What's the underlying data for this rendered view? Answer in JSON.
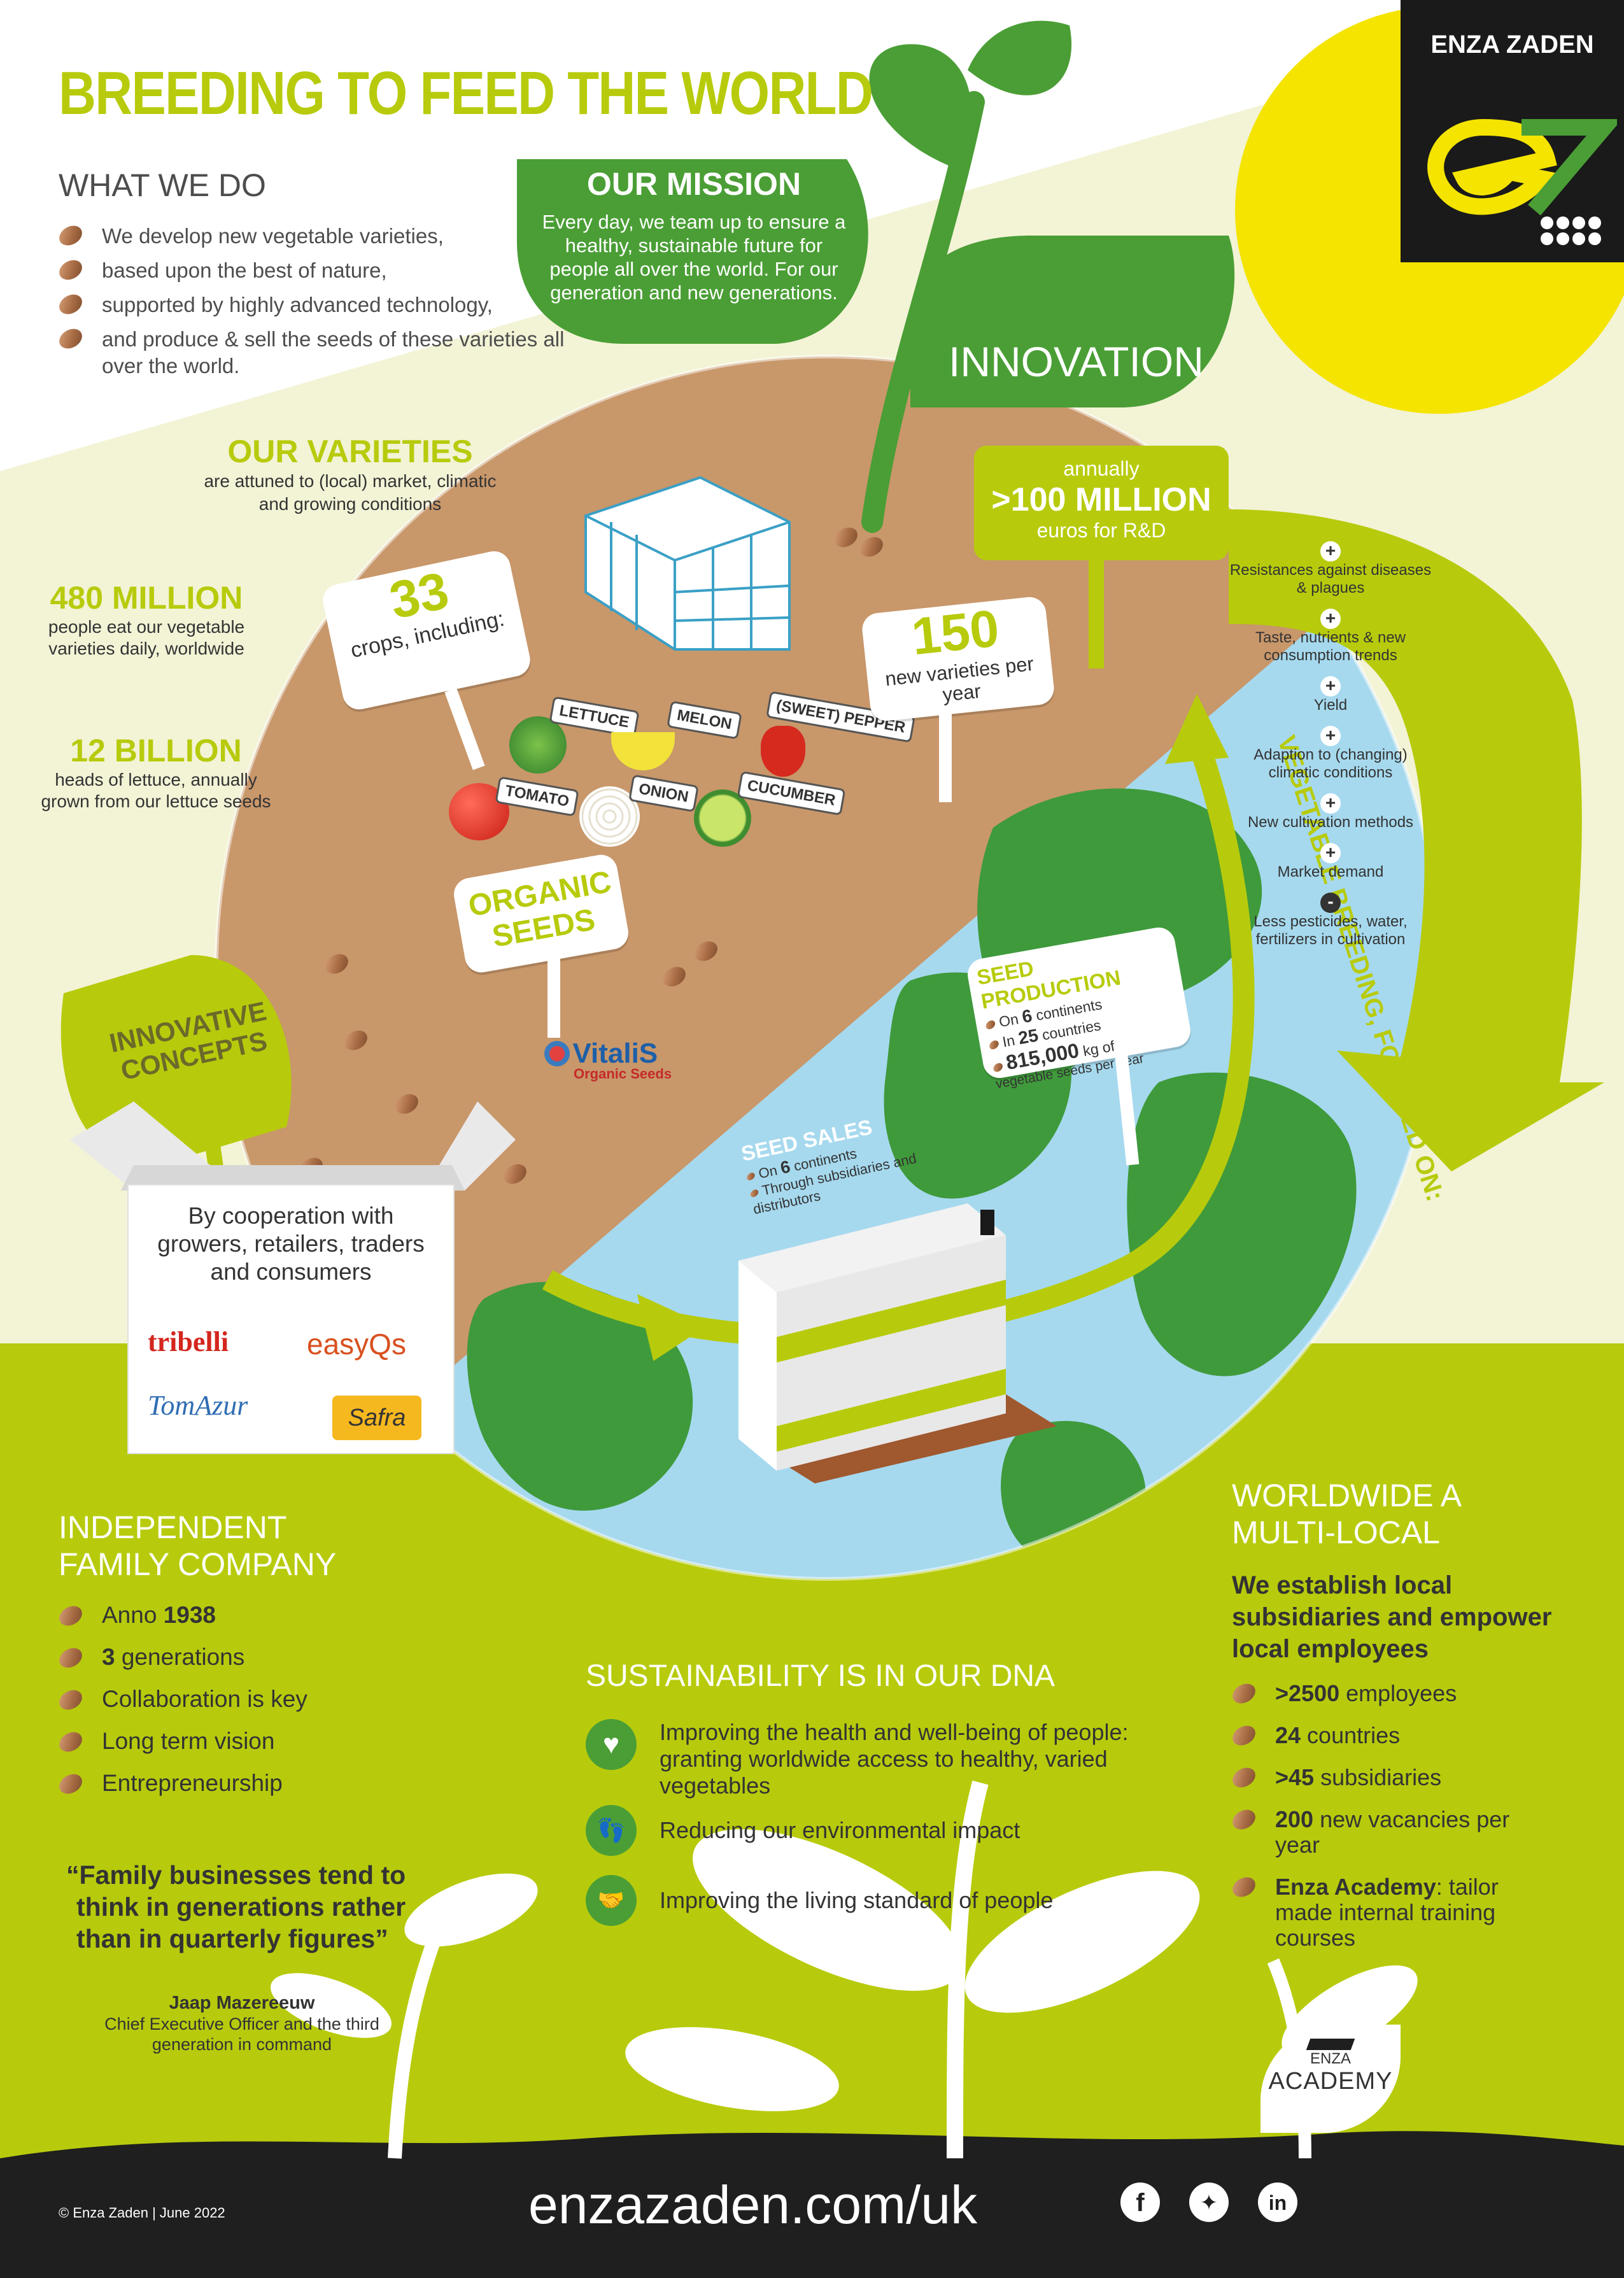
{
  "brand": {
    "name": "ENZA ZADEN",
    "logo_icon": "ez-logo-icon"
  },
  "header": {
    "title": "BREEDING TO FEED THE WORLD"
  },
  "what_we_do": {
    "heading": "WHAT WE DO",
    "items": [
      "We develop new vegetable varieties,",
      "based upon the best of nature,",
      "supported by highly advanced technology,",
      "and produce & sell the seeds of these varieties all over the world."
    ]
  },
  "mission": {
    "heading": "OUR MISSION",
    "text": "Every day, we team up to ensure a healthy, sustainable future for people all over the world. For our generation and new generations."
  },
  "innovation": {
    "heading": "INNOVATION",
    "line1": "annually",
    "line2": ">100 MILLION",
    "line3": "euros for R&D"
  },
  "varieties": {
    "heading": "OUR VARIETIES",
    "text": "are attuned to (local) market, climatic and growing conditions"
  },
  "stats": [
    {
      "value": "480 MILLION",
      "text": "people eat our vegetable varieties daily, worldwide"
    },
    {
      "value": "12 BILLION",
      "text": "heads of lettuce, annually grown from our lettuce seeds"
    }
  ],
  "crops_sign": {
    "number": "33",
    "text": "crops, including:"
  },
  "crops": [
    "LETTUCE",
    "MELON",
    "(SWEET) PEPPER",
    "TOMATO",
    "ONION",
    "CUCUMBER"
  ],
  "new_varieties_sign": {
    "number": "150",
    "text": "new varieties per year"
  },
  "organic_sign": {
    "text": "ORGANIC SEEDS"
  },
  "vitalis": {
    "name": "VitaliS",
    "sub": "Organic Seeds"
  },
  "innovative_concepts": {
    "text": "INNOVATIVE CONCEPTS"
  },
  "cooperation": {
    "text": "By cooperation with growers, retailers, traders and consumers",
    "brands": [
      "tribelli",
      "easyQs",
      "TomAzur",
      "Safra"
    ]
  },
  "vegetable_breeding": {
    "title": "VEGETABLE BREEDING, FOCUSED ON:",
    "items": [
      {
        "sign": "+",
        "text": "Resistances against diseases & plagues"
      },
      {
        "sign": "+",
        "text": "Taste, nutrients & new consumption trends"
      },
      {
        "sign": "+",
        "text": "Yield"
      },
      {
        "sign": "+",
        "text": "Adaption to (changing) climatic conditions"
      },
      {
        "sign": "+",
        "text": "New cultivation methods"
      },
      {
        "sign": "+",
        "text": "Market demand"
      },
      {
        "sign": "-",
        "text": "Less pesticides, water, fertilizers in cultivation"
      }
    ]
  },
  "seed_production": {
    "heading": "SEED PRODUCTION",
    "line1_pre": "On",
    "line1_num": "6",
    "line1_post": "continents",
    "line2_pre": "In",
    "line2_num": "25",
    "line2_post": "countries",
    "line3_num": "815,000",
    "line3_post": "kg of",
    "line4": "vegetable seeds per year"
  },
  "seed_sales": {
    "heading": "SEED SALES",
    "line1_pre": "On",
    "line1_num": "6",
    "line1_post": "continents",
    "line2": "Through subsidiaries and distributors"
  },
  "family": {
    "heading": "INDEPENDENT FAMILY COMPANY",
    "items": [
      {
        "pre": "Anno ",
        "bold": "1938",
        "post": ""
      },
      {
        "pre": "",
        "bold": "3",
        "post": " generations"
      },
      {
        "pre": "Collaboration is key",
        "bold": "",
        "post": ""
      },
      {
        "pre": "Long term vision",
        "bold": "",
        "post": ""
      },
      {
        "pre": "Entrepreneurship",
        "bold": "",
        "post": ""
      }
    ],
    "quote": "“Family businesses tend to think in generations rather than in quarterly figures”",
    "quote_author": "Jaap Mazereeuw",
    "quote_role": "Chief Executive Officer and the third generation in command"
  },
  "sustainability": {
    "heading": "SUSTAINABILITY IS IN OUR DNA",
    "items": [
      {
        "icon": "heart-icon",
        "text": "Improving the health and well-being of people: granting worldwide access to healthy, varied vegetables"
      },
      {
        "icon": "footprint-icon",
        "text": "Reducing our environmental impact"
      },
      {
        "icon": "handshake-icon",
        "text": "Improving the living standard of people"
      }
    ]
  },
  "worldwide": {
    "heading": "WORLDWIDE A MULTI-LOCAL",
    "subheading": "We establish local subsidiaries and empower local employees",
    "items": [
      {
        "bold": ">2500",
        "post": " employees"
      },
      {
        "bold": "24",
        "post": " countries"
      },
      {
        "bold": ">45",
        "post": " subsidiaries"
      },
      {
        "bold": "200",
        "post": " new vacancies per year"
      },
      {
        "bold": "Enza Academy",
        "post": ": tailor made internal training courses"
      }
    ],
    "academy_logo": {
      "line1": "ENZA",
      "line2": "ACADEMY"
    }
  },
  "footer": {
    "copyright": "© Enza Zaden | June 2022",
    "url": "enzazaden.com/uk",
    "social": [
      "facebook-icon",
      "twitter-icon",
      "linkedin-icon"
    ]
  },
  "colors": {
    "lime": "#b7cb0c",
    "green": "#4a9e35",
    "soil": "#c8976a",
    "ocean": "#a6d9ee",
    "sun": "#f4e400",
    "dark": "#1f1f1f"
  }
}
